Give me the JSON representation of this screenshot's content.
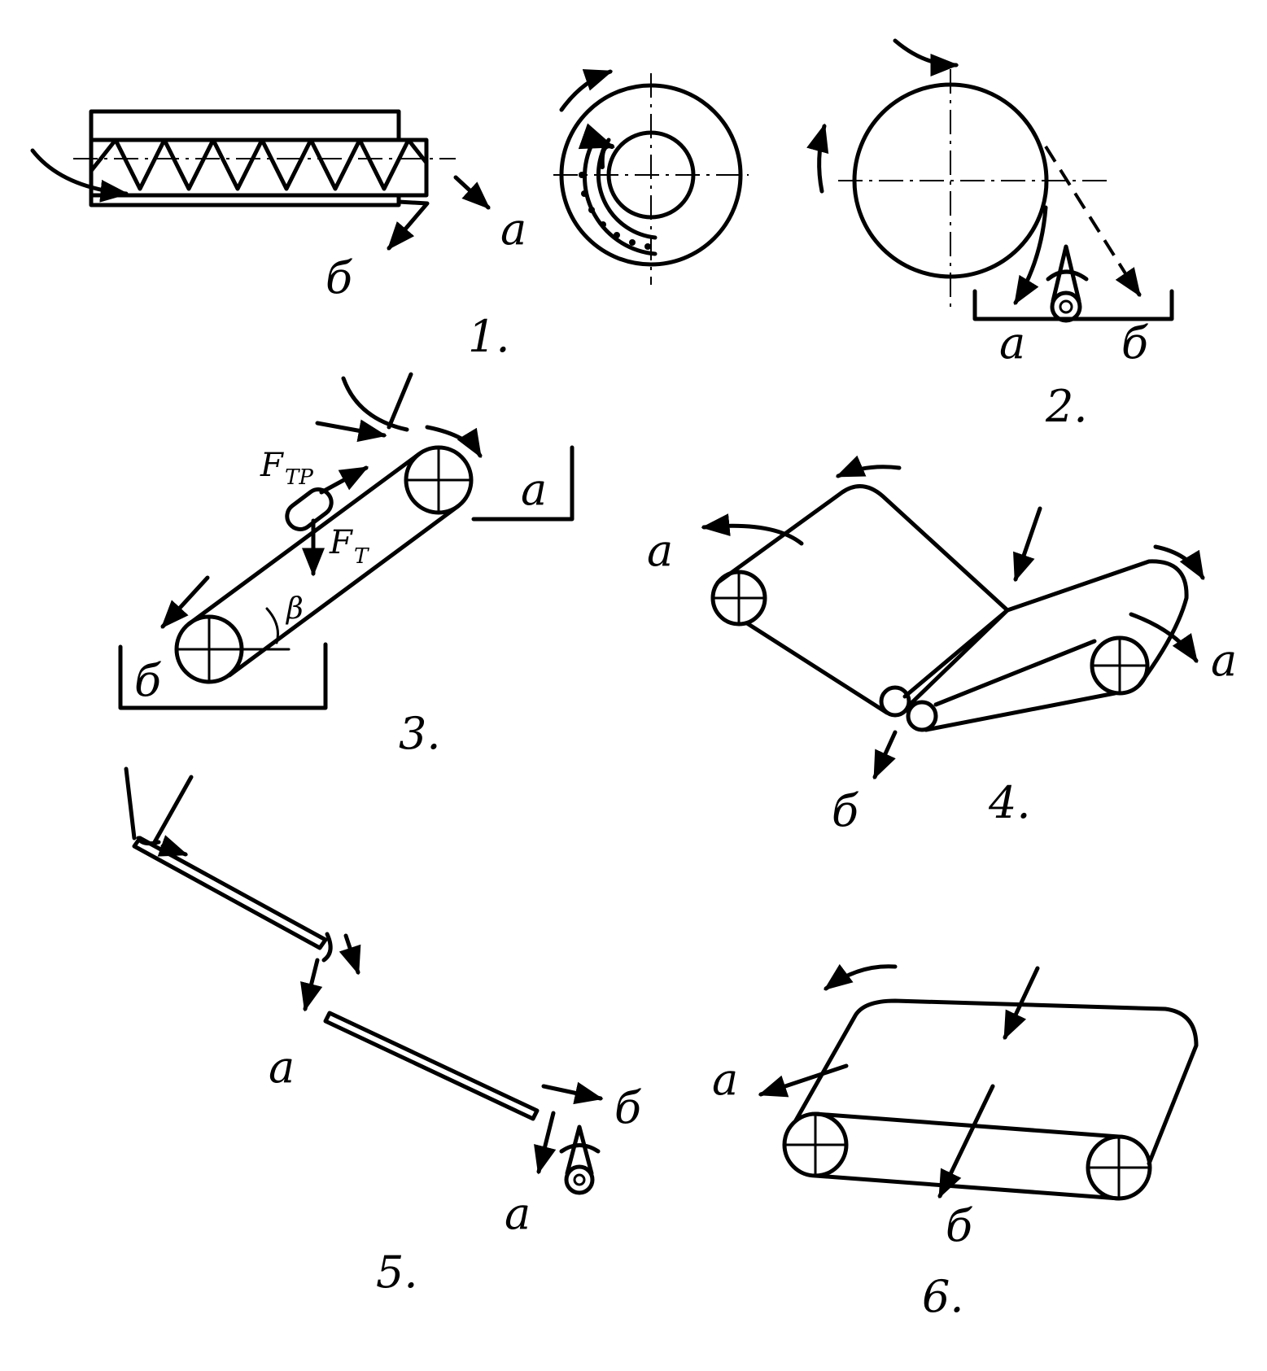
{
  "figures": [
    {
      "id": "1",
      "caption": "1.",
      "outlet_a": "a",
      "outlet_b": "б"
    },
    {
      "id": "2",
      "caption": "2.",
      "outlet_a": "a",
      "outlet_b": "б"
    },
    {
      "id": "3",
      "caption": "3.",
      "outlet_a": "a",
      "outlet_b": "б",
      "force_friction": "F",
      "force_friction_sub": "ТР",
      "force_gravity": "F",
      "force_gravity_sub": "Т",
      "angle": "β"
    },
    {
      "id": "4",
      "caption": "4.",
      "outlet_a_left": "a",
      "outlet_a_right": "a",
      "outlet_b": "б"
    },
    {
      "id": "5",
      "caption": "5.",
      "outlet_a_upper": "a",
      "outlet_a_lower": "a",
      "outlet_b": "б"
    },
    {
      "id": "6",
      "caption": "6.",
      "outlet_a": "a",
      "outlet_b": "б"
    }
  ]
}
